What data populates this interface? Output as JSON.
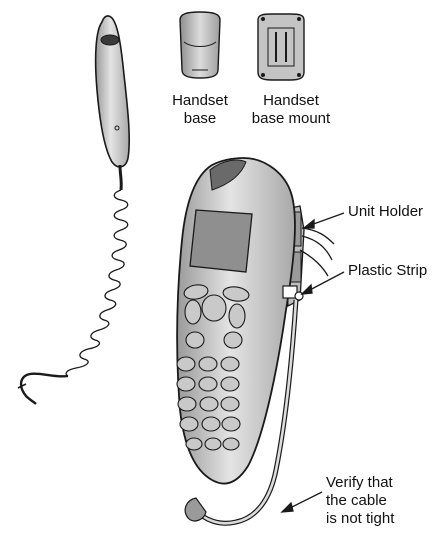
{
  "labels": {
    "handset_base": [
      "Handset",
      "base"
    ],
    "handset_base_mount": [
      "Handset",
      "base mount"
    ],
    "unit_holder": "Unit Holder",
    "plastic_strip": "Plastic Strip",
    "verify_cable": [
      "Verify that",
      "the cable",
      "is not tight"
    ]
  },
  "colors": {
    "outline": "#1a1a1a",
    "body_light": "#d9d9d9",
    "body_mid": "#b3b3b3",
    "body_dark": "#7a7a7a",
    "screen": "#8c8c8c",
    "key": "#c8c8c8"
  }
}
